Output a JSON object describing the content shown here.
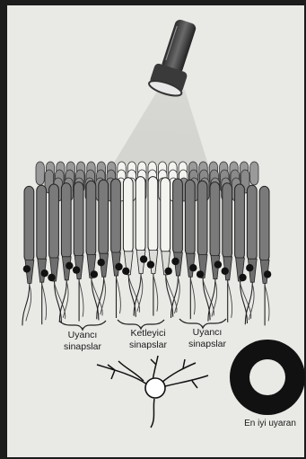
{
  "labels": {
    "left_synapses": {
      "line1": "Uyancı",
      "line2": "sinapslar"
    },
    "center_synapses": {
      "line1": "Ketleyici",
      "line2": "sinapslar"
    },
    "right_synapses": {
      "line1": "Uyancı",
      "line2": "sinapslar"
    },
    "best_stimulus": "En iyi uyaran"
  },
  "colors": {
    "page": "#e9e9e6",
    "frame": "#1c1c1c",
    "lit_cell": "#f3f3f0",
    "dark_cell": "#7a7a7a",
    "light_beam": "#c9c9c6",
    "ink": "#111111"
  },
  "icons": [
    "flashlight-icon",
    "ring-stimulus-icon"
  ]
}
